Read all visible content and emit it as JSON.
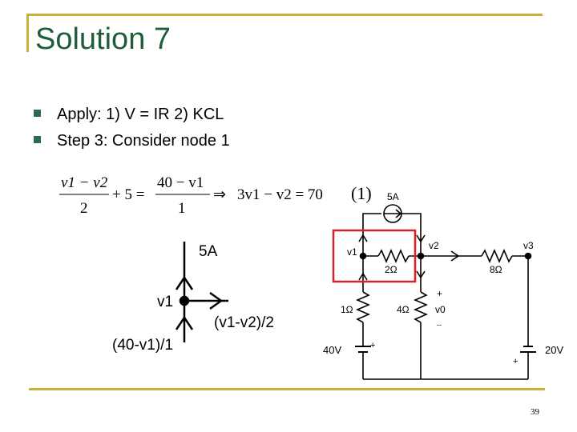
{
  "slide": {
    "title": "Solution 7",
    "bullets": [
      "Apply: 1) V = IR   2) KCL",
      "Step 3: Consider node 1"
    ],
    "page_number": "39"
  },
  "equation": {
    "frac1_num": "v1 − v2",
    "frac1_den": "2",
    "plus_term": "+ 5 =",
    "frac2_num": "40 − v1",
    "frac2_den": "1",
    "implies": "⇒",
    "result": "3v1 − v2 = 70",
    "tag": "(1)"
  },
  "node_diagram": {
    "current_source": "5A",
    "node_label": "v1",
    "branch_right": "(v1-v2)/2",
    "branch_bottom": "(40-v1)/1"
  },
  "circuit": {
    "source_label": "5A",
    "node_v1": "v1",
    "node_v2": "v2",
    "node_v3": "v3",
    "r_2ohm": "2Ω",
    "r_8ohm": "8Ω",
    "r_1ohm": "1Ω",
    "r_4ohm": "4Ω",
    "v0_label": "v0",
    "plus_sign": "+",
    "minus_sign": "--",
    "battery_40": "40V",
    "battery_20": "20V",
    "colors": {
      "highlight": "#e02020",
      "title": "#1f5c3a",
      "frame": "#c9b037"
    }
  }
}
